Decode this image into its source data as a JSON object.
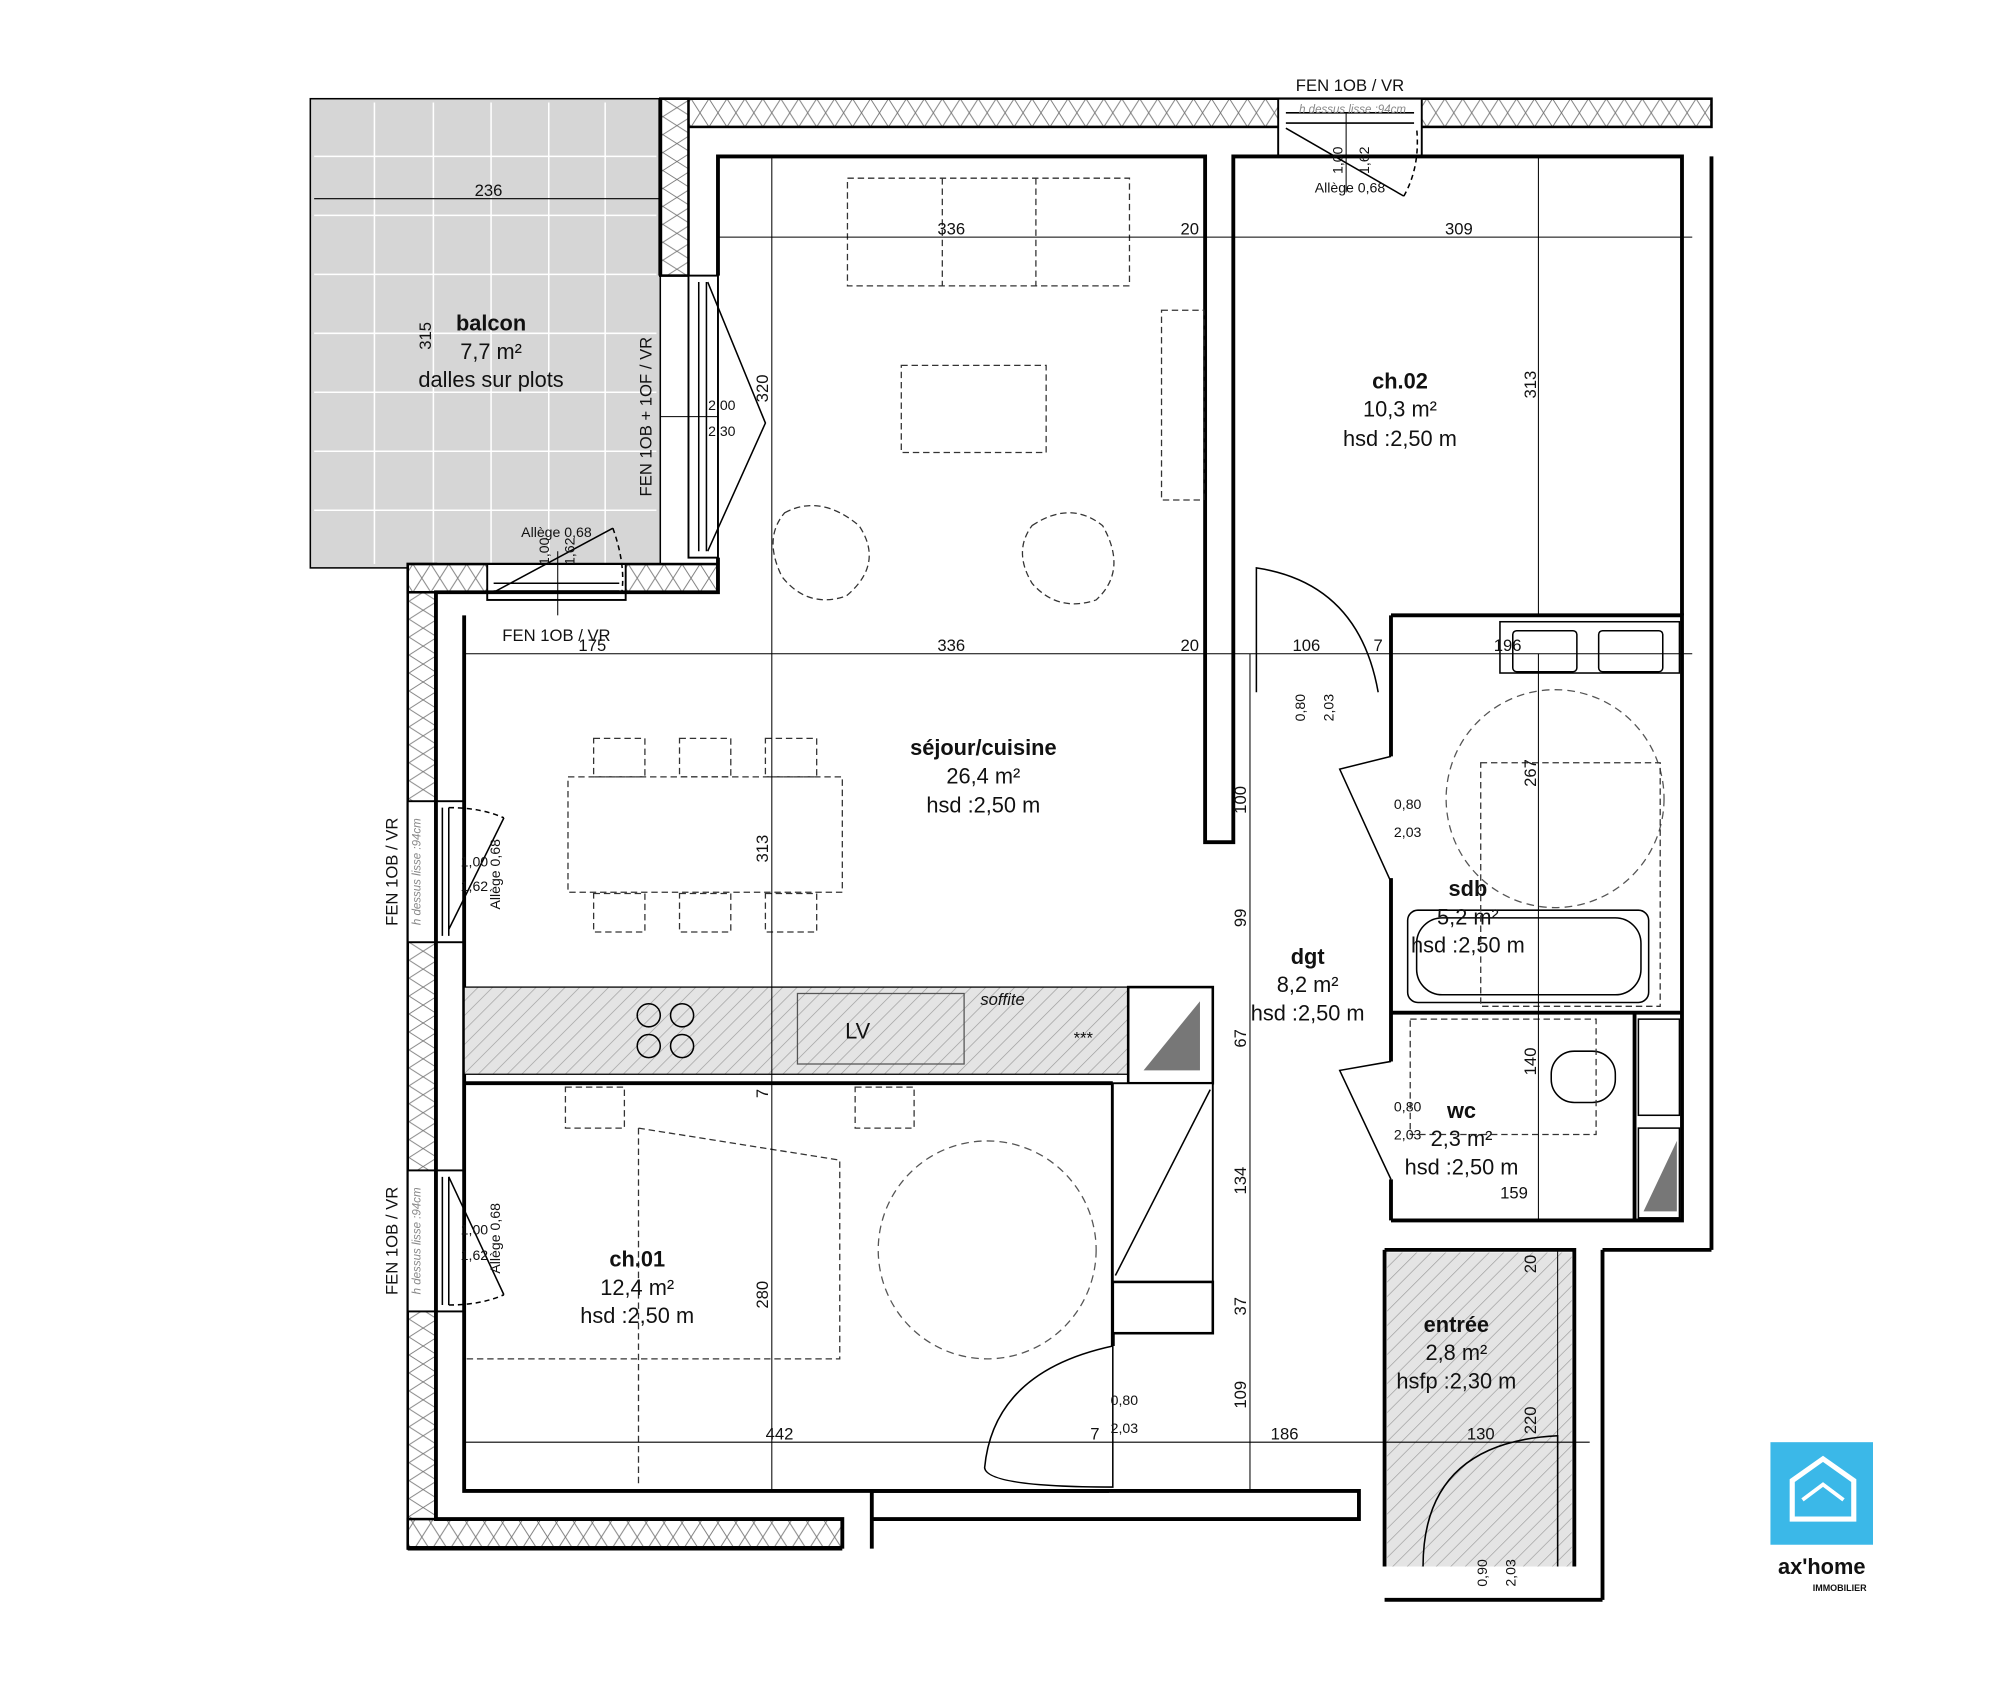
{
  "rooms": {
    "balcon": {
      "name": "balcon",
      "area": "7,7 m²",
      "note": "dalles sur plots"
    },
    "sejour": {
      "name": "séjour/cuisine",
      "area": "26,4 m²",
      "height": "hsd :2,50 m"
    },
    "ch02": {
      "name": "ch.02",
      "area": "10,3 m²",
      "height": "hsd :2,50 m"
    },
    "sdb": {
      "name": "sdb",
      "area": "5,2 m²",
      "height": "hsd :2,50 m"
    },
    "dgt": {
      "name": "dgt",
      "area": "8,2 m²",
      "height": "hsd :2,50 m"
    },
    "wc": {
      "name": "wc",
      "area": "2,3 m²",
      "height": "hsd :2,50 m"
    },
    "ch01": {
      "name": "ch.01",
      "area": "12,4 m²",
      "height": "hsd :2,50 m"
    },
    "entree": {
      "name": "entrée",
      "area": "2,8 m²",
      "height": "hsfp :2,30 m"
    }
  },
  "windows": {
    "fen": "FEN 1OB / VR",
    "fen_double": "FEN 1OB + 1OF / VR",
    "sill": "h dessus lisse :94cm",
    "allege": "Allège 0,68",
    "w": "1,00",
    "h": "1,62",
    "w2": "2,00",
    "h2": "2,30"
  },
  "doors": {
    "w": "0,80",
    "h": "2,03",
    "entry_w": "0,90"
  },
  "dims": [
    "236",
    "315",
    "336",
    "20",
    "309",
    "320",
    "313",
    "175",
    "336",
    "20",
    "106",
    "7",
    "196",
    "313",
    "267",
    "100",
    "99",
    "67",
    "140",
    "134",
    "37",
    "109",
    "280",
    "442",
    "7",
    "186",
    "130",
    "220",
    "20",
    "159",
    "7"
  ],
  "kitchen": {
    "soffite": "soffite",
    "sink": "LV",
    "stars": "***"
  },
  "logo": {
    "brand": "ax'home",
    "sub": "IMMOBILIER",
    "color": "#3bb8e8"
  }
}
